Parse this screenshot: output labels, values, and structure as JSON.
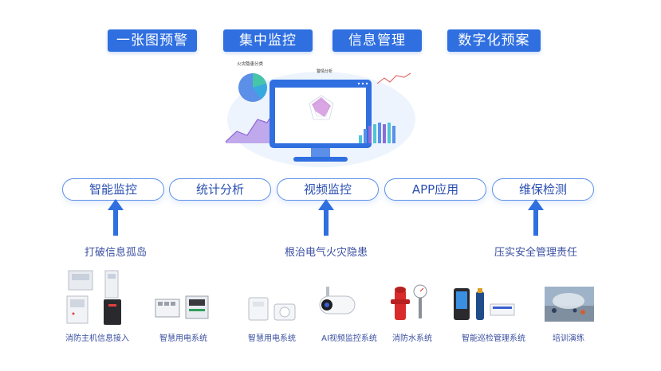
{
  "top_tags": [
    "一张图预警",
    "集中监控",
    "信息管理",
    "数字化预案"
  ],
  "illustration": {
    "pie_title": "火灾隐患分类",
    "radar_title": "警情分析"
  },
  "pills": [
    "智能监控",
    "统计分析",
    "视频监控",
    "APP应用",
    "维保检测"
  ],
  "goals": [
    "打破信息孤岛",
    "根治电气火灾隐患",
    "压实安全管理责任"
  ],
  "devices": [
    {
      "label": "消防主机信息接入",
      "icon": "fire-host-panel"
    },
    {
      "label": "智慧用电系统",
      "icon": "smart-power-module"
    },
    {
      "label": "智慧用电系统",
      "icon": "smart-power-sensor"
    },
    {
      "label": "AI视频监控系统",
      "icon": "ai-camera"
    },
    {
      "label": "消防水系统",
      "icon": "fire-hydrant"
    },
    {
      "label": "智能巡检管理系统",
      "icon": "inspection-device"
    },
    {
      "label": "培训演练",
      "icon": "training-photo"
    }
  ],
  "colors": {
    "tag_blue": "#2f6fe0",
    "pill_border": "#5b8fe8",
    "arrow_blue": "#2f6fe0",
    "text_navy": "#3a4fa0"
  }
}
